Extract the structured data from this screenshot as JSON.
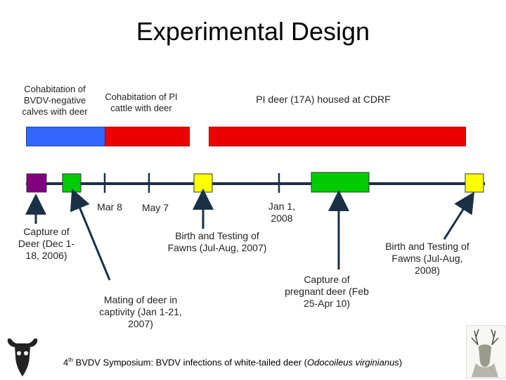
{
  "title": "Experimental Design",
  "top_labels": {
    "negative_calves": "Cohabitation of BVDV-negative calves with deer",
    "pi_cattle": "Cohabitation of PI cattle with deer",
    "pi_deer": "PI deer (17A) housed at CDRF"
  },
  "colors": {
    "blue": "#3366ff",
    "red": "#ee0000",
    "purple": "#800080",
    "green": "#00cc00",
    "yellow": "#ffff00",
    "timeline": "#1a3045"
  },
  "dates": {
    "mar8": "Mar 8",
    "may7": "May 7",
    "jan1": "Jan 1, 2008"
  },
  "events": {
    "capture_deer": "Capture of Deer (Dec 1-18, 2006)",
    "mating": "Mating of deer in captivity (Jan 1-21, 2007)",
    "birth_2007": "Birth and Testing of Fawns (Jul-Aug, 2007)",
    "capture_pregnant": "Capture of pregnant deer (Feb 25-Apr 10)",
    "birth_2008": "Birth and Testing of Fawns (Jul-Aug, 2008)"
  },
  "footer": {
    "number": "4",
    "ordinal": "th",
    "text": " BVDV Symposium:  BVDV infections of white-tailed deer (",
    "species": "Odocoileus virginianus",
    "close": ")"
  }
}
